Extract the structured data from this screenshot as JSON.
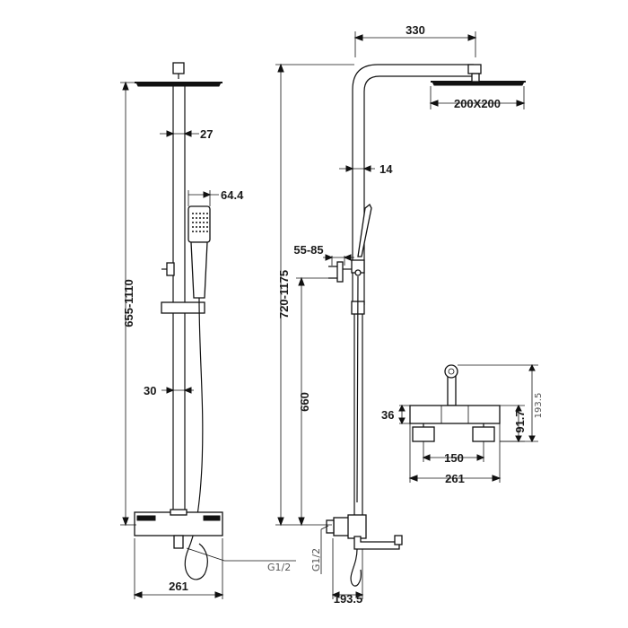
{
  "front_view": {
    "dim_height": "655-1110",
    "dim_head_pipe": "27",
    "dim_handshower": "64.4",
    "dim_bar": "30",
    "dim_width": "261",
    "label_inlet": "G1/2"
  },
  "side_view": {
    "dim_height": "720-1175",
    "dim_arm": "330",
    "dim_head_size": "200X200",
    "dim_pipe": "14",
    "dim_holder": "55-85",
    "dim_holder_height": "660",
    "label_inlet": "G1/2",
    "dim_depth": "193.5"
  },
  "mixer_detail": {
    "dim_body_height": "36",
    "dim_spout_height": "91.7",
    "dim_total_height": "193.5",
    "dim_centers": "150",
    "dim_width": "261"
  }
}
